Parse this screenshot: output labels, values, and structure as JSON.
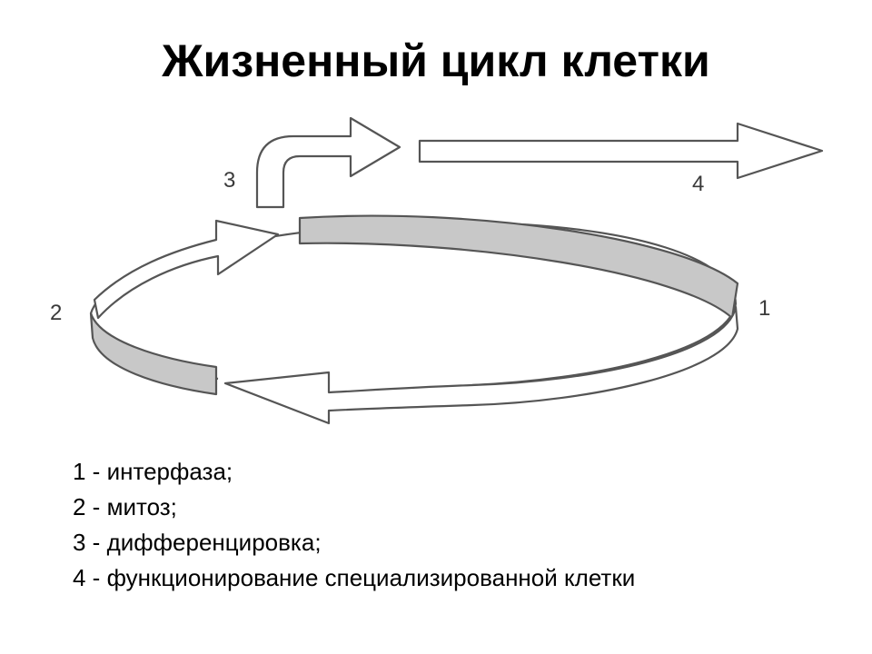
{
  "title": "Жизненный цикл клетки",
  "diagram": {
    "labels": [
      "1",
      "2",
      "3",
      "4"
    ]
  },
  "legend": {
    "items": [
      "1 - интерфаза;",
      "2 - митоз;",
      "3 - дифференцировка;",
      "4 - функционирование специализированной клетки"
    ]
  },
  "colors": {
    "stroke": "#555555",
    "band": "#c8c8c8",
    "text": "#000000"
  }
}
